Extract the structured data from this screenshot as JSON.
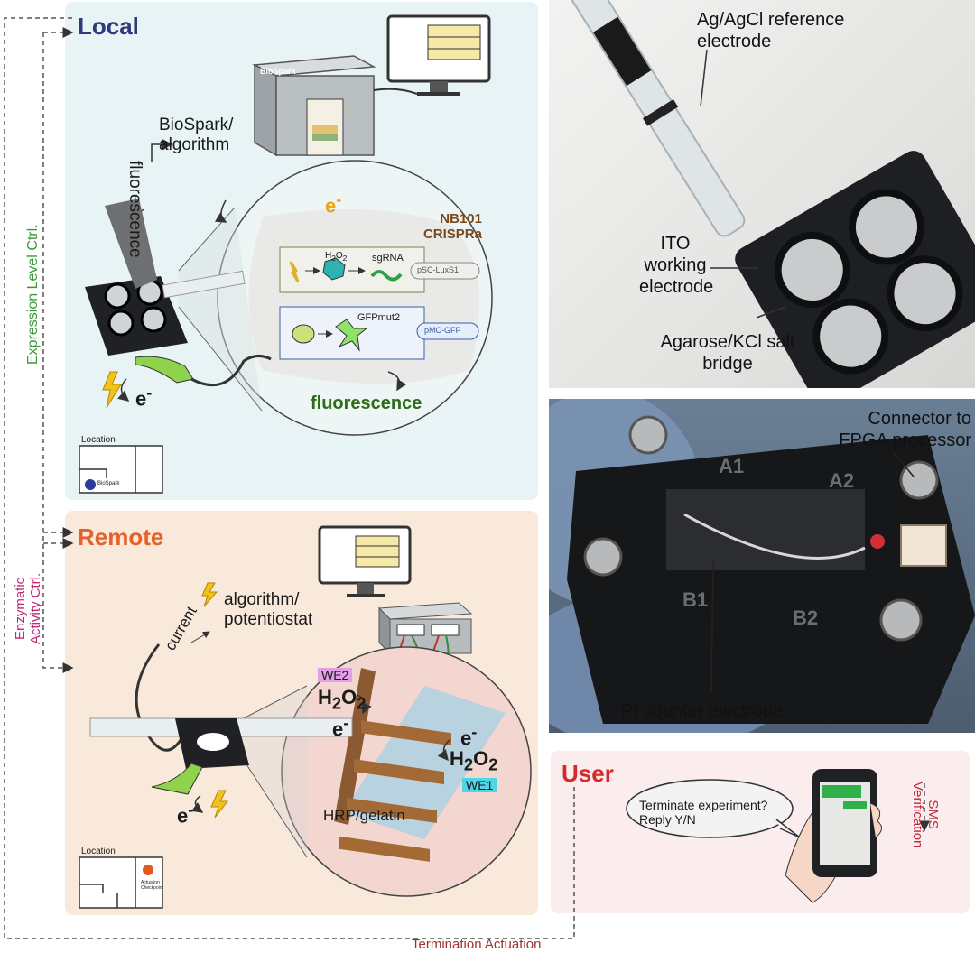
{
  "local": {
    "title": "Local",
    "algorithm_label": "BioSpark/ algorithm",
    "fluorescence_vertical": "fluorescence",
    "device_brand": "BioSpark",
    "electron_top": "e",
    "electron_top_sup": "-",
    "circuit_title_line1": "NB101",
    "circuit_title_line2": "CRISPRa",
    "h2o2": "H",
    "h2o2_sub1": "2",
    "h2o2_o": "O",
    "h2o2_sub2": "2",
    "sgrna": "sgRNA",
    "plasmid1": "pSC-LuxS1",
    "gfp": "GFPmut2",
    "plasmid2": "pMC-GFP",
    "fluorescence_out": "fluorescence",
    "electron_bottom": "e",
    "electron_bottom_sup": "-",
    "location_label": "Location",
    "location_site": "BioSpark"
  },
  "remote": {
    "title": "Remote",
    "current_label": "current",
    "algorithm_label": "algorithm/ potentiostat",
    "we2": "WE2",
    "we1": "WE1",
    "h2o2_a": "H",
    "h2o2_b": "O",
    "sub2": "2",
    "electron": "e",
    "electron_sup": "-",
    "hrp": "HRP/gelatin",
    "location_label": "Location",
    "location_site": "Actuation Checkpoint"
  },
  "user": {
    "title": "User",
    "bubble": "Terminate experiment? Reply Y/N",
    "sms_line1": "SMS",
    "sms_line2": "Verification"
  },
  "photo_top": {
    "ref_electrode": "Ag/AgCl reference electrode",
    "ito": "ITO working electrode",
    "salt_bridge": "Agarose/KCl salt bridge"
  },
  "photo_mid": {
    "connector": "Connector to FPGA processor",
    "counter": "Pt counter electrode",
    "wells": [
      "A1",
      "A2",
      "B1",
      "B2"
    ]
  },
  "side": {
    "expression": "Expression Level Ctrl.",
    "enzymatic_line1": "Enzymatic",
    "enzymatic_line2": "Activity Ctrl.",
    "termination": "Termination Actuation"
  },
  "colors": {
    "local_title": "#2e3a7c",
    "remote_title": "#e4622a",
    "user_title": "#d62a2a",
    "expression_green": "#3a9a3a",
    "enzymatic_magenta": "#c0287a",
    "termination_red": "#9c3030",
    "fluorescence_green": "#2e6b1a",
    "circuit_brown": "#7a4a1e"
  }
}
